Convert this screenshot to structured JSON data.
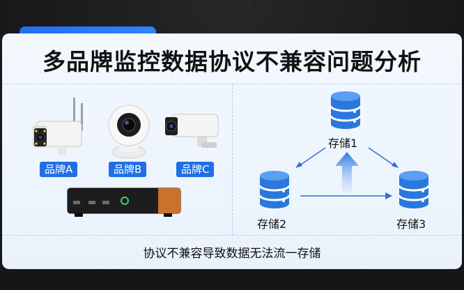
{
  "title": "多品牌监控数据协议不兼容问题分析",
  "footer": "协议不兼容导致数据无法流一存储",
  "cameras": [
    {
      "label": "品牌A",
      "icon": "bullet-camera-icon"
    },
    {
      "label": "品牌B",
      "icon": "dome-camera-icon"
    },
    {
      "label": "品牌C",
      "icon": "box-camera-icon"
    }
  ],
  "recorder": {
    "icon": "nvr-device-icon"
  },
  "storage_nodes": [
    {
      "label": "存储1",
      "icon": "database-icon"
    },
    {
      "label": "存储2",
      "icon": "database-icon"
    },
    {
      "label": "存储3",
      "icon": "database-icon"
    }
  ],
  "colors": {
    "accent": "#1f6fe5",
    "database": "#2a78de",
    "arrow": "#2f6fd6",
    "text": "#111111"
  }
}
